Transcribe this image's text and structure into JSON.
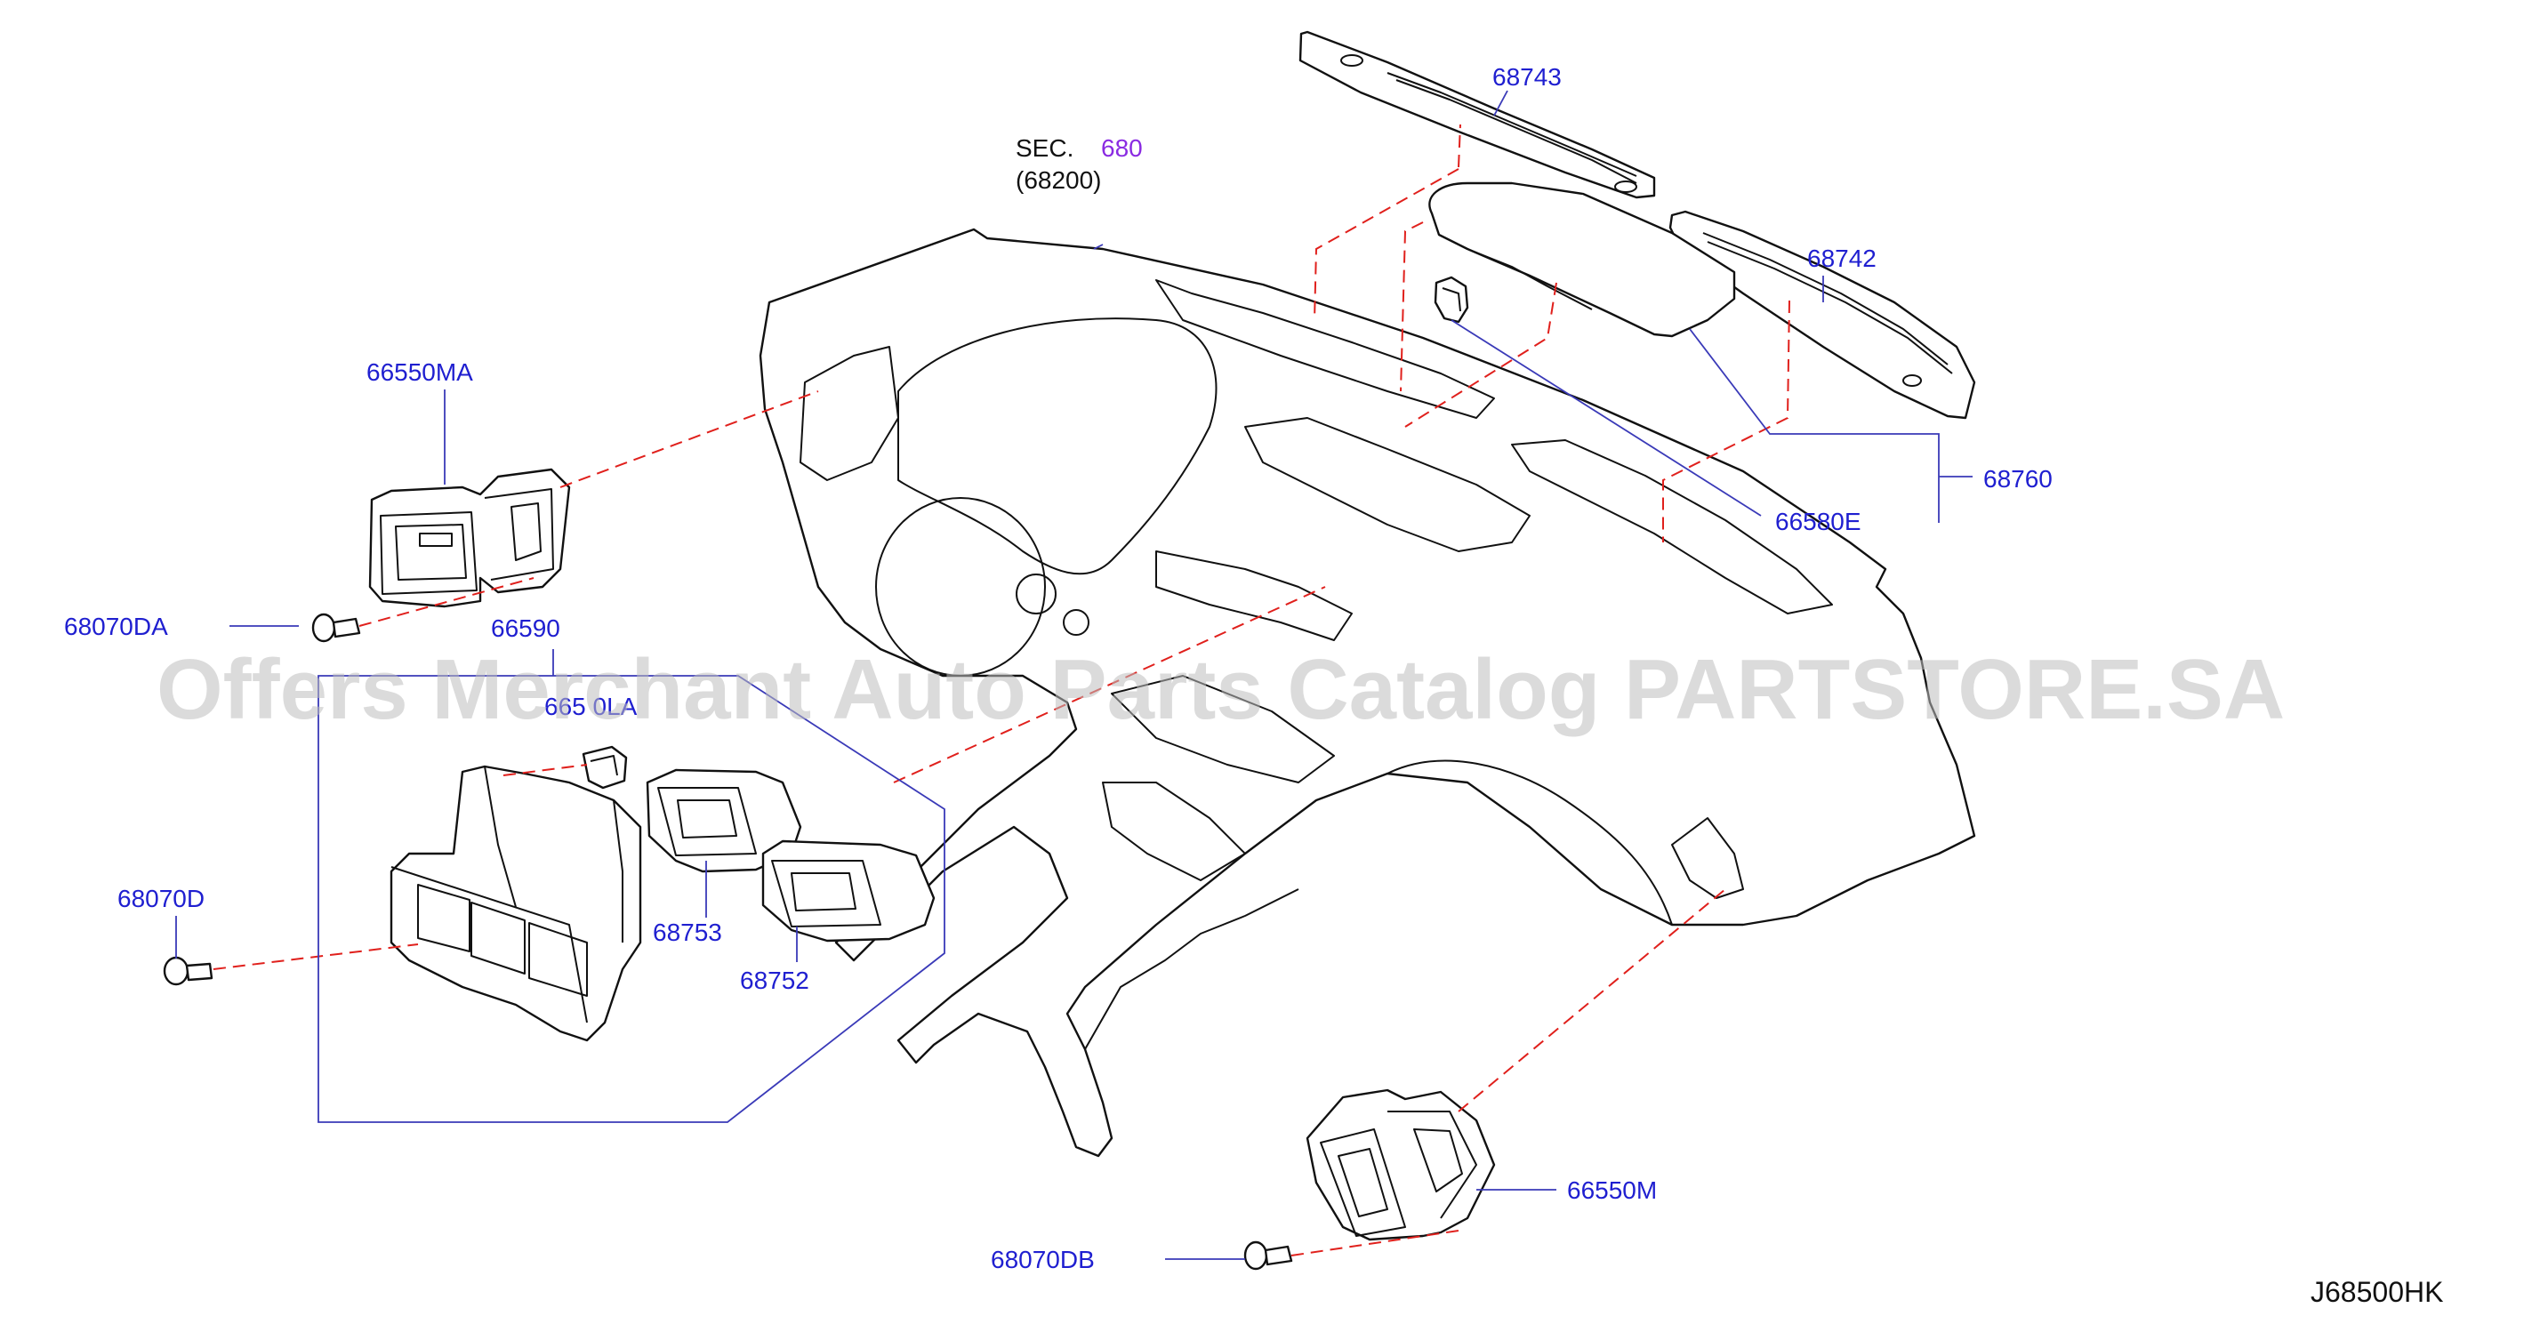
{
  "diagram": {
    "section": {
      "prefix": "SEC.",
      "number": "680",
      "sub": "(68200)"
    },
    "callouts": {
      "p68743": "68743",
      "p68742": "68742",
      "p68760": "68760",
      "p66580E": "66580E",
      "p66550MA": "66550MA",
      "p68070DA": "68070DA",
      "p66590": "66590",
      "p66590_partial": "665 0LA",
      "p68070D": "68070D",
      "p68753": "68753",
      "p68752": "68752",
      "p66550M": "66550M",
      "p68070DB": "68070DB"
    },
    "watermark": "Offers Merchant Auto Parts Catalog PARTSTORE.SA",
    "diagram_code": "J68500HK"
  }
}
